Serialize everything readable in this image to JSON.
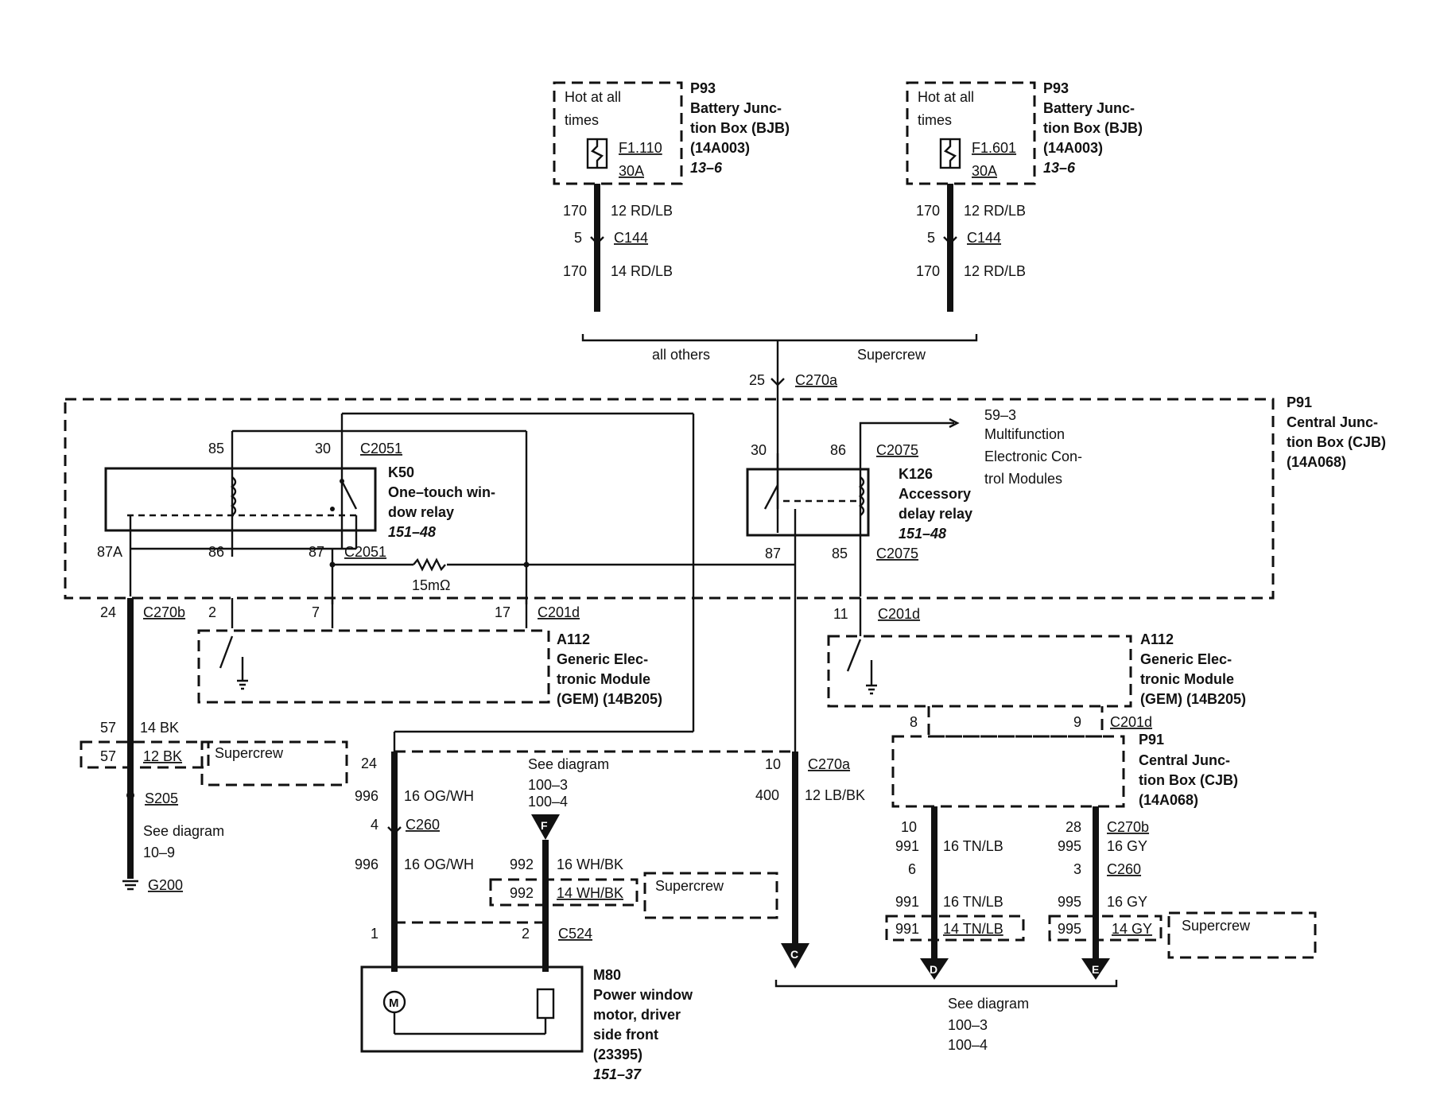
{
  "fuse_boxes": [
    {
      "note_line1": "Hot at all",
      "note_line2": "times",
      "fuse": "F1.110",
      "rating": "30A",
      "ref": "P93",
      "name_line1": "Battery Junc-",
      "name_line2": "tion Box (BJB)",
      "part": "(14A003)",
      "page": "13–6"
    },
    {
      "note_line1": "Hot at all",
      "note_line2": "times",
      "fuse": "F1.601",
      "rating": "30A",
      "ref": "P93",
      "name_line1": "Battery Junc-",
      "name_line2": "tion Box (BJB)",
      "part": "(14A003)",
      "page": "13–6"
    }
  ],
  "left_feed": {
    "circuit_top": "170",
    "wire_top": "12 RD/LB",
    "pin": "5",
    "connector": "C144",
    "circuit_bottom": "170",
    "wire_bottom": "14 RD/LB"
  },
  "right_feed": {
    "circuit_top": "170",
    "wire_top": "12 RD/LB",
    "pin": "5",
    "connector": "C144",
    "circuit_bottom": "170",
    "wire_bottom": "12 RD/LB"
  },
  "merge": {
    "left_label": "all others",
    "right_label": "Supercrew",
    "pin": "25",
    "connector": "C270a"
  },
  "cjb": {
    "ref": "P91",
    "line1": "Central Junc-",
    "line2": "tion Box (CJB)",
    "part": "(14A068)"
  },
  "k50": {
    "ref": "K50",
    "line1": "One–touch win-",
    "line2": "dow relay",
    "page": "151–48",
    "pin85": "85",
    "pin30": "30",
    "conn_top": "C2051",
    "pin87a": "87A",
    "pin86": "86",
    "pin87": "87",
    "conn_bottom": "C2051",
    "resistor": "15mΩ"
  },
  "k126": {
    "ref": "K126",
    "line1": "Accessory",
    "line2": "delay relay",
    "page": "151–48",
    "pin30": "30",
    "pin86": "86",
    "conn_top": "C2075",
    "pin87": "87",
    "pin85": "85",
    "conn_bottom": "C2075"
  },
  "mfm": {
    "page": "59–3",
    "line1": "Multifunction",
    "line2": "Electronic Con-",
    "line3": "trol Modules"
  },
  "gem_left": {
    "ref": "A112",
    "line1": "Generic Elec-",
    "line2": "tronic Module",
    "line3": "(GEM) (14B205)",
    "pin24": "24",
    "conn_a": "C270b",
    "pin2": "2",
    "pin7": "7",
    "pin17": "17",
    "conn_b": "C201d"
  },
  "gem_right": {
    "ref": "A112",
    "line1": "Generic Elec-",
    "line2": "tronic Module",
    "line3": "(GEM) (14B205)",
    "pin11": "11",
    "conn_top": "C201d",
    "pin8": "8",
    "pin9": "9",
    "conn_bottom": "C201d"
  },
  "cjb2": {
    "ref": "P91",
    "line1": "Central Junc-",
    "line2": "tion Box (CJB)",
    "part": "(14A068)"
  },
  "ground_branch": {
    "circuit": "57",
    "wire": "14 BK",
    "alt_circuit": "57",
    "alt_wire": "12 BK",
    "supercrew": "Supercrew",
    "splice": "S205",
    "see": "See diagram",
    "see_page": "10–9",
    "ground": "G200"
  },
  "motor_feed": {
    "pin": "24",
    "circuit1": "996",
    "wire1": "16 OG/WH",
    "pin2": "4",
    "connector": "C260",
    "circuit2": "996",
    "wire2": "16 OG/WH"
  },
  "see_top": {
    "text": "See diagram",
    "page1": "100–3",
    "page2": "100–4",
    "marker": "F"
  },
  "wh_branch": {
    "circuit1": "992",
    "wire1": "16 WH/BK",
    "alt_circuit": "992",
    "alt_wire": "14 WH/BK",
    "supercrew": "Supercrew"
  },
  "c524": {
    "pin1": "1",
    "pin2": "2",
    "connector": "C524"
  },
  "motor": {
    "ref": "M80",
    "line1": "Power window",
    "line2": "motor, driver",
    "line3": "side front",
    "part": "(23395)",
    "page": "151–37",
    "symbol": "M"
  },
  "lb_branch": {
    "pin": "10",
    "connector": "C270a",
    "circuit": "400",
    "wire": "12 LB/BK",
    "marker": "C"
  },
  "tn_branch": {
    "pin_a": "10",
    "circuit_a": "991",
    "wire_a": "16 TN/LB",
    "pin_b": "6",
    "circuit_b": "991",
    "wire_b": "16 TN/LB",
    "alt_circuit": "991",
    "alt_wire": "14 TN/LB",
    "marker": "D"
  },
  "gy_branch": {
    "pin_a": "28",
    "conn_a": "C270b",
    "circuit_a": "995",
    "wire_a": "16 GY",
    "pin_b": "3",
    "conn_b": "C260",
    "circuit_b": "995",
    "wire_b": "16 GY",
    "alt_circuit": "995",
    "alt_wire": "14 GY",
    "supercrew": "Supercrew",
    "marker": "E"
  },
  "see_bottom": {
    "text": "See diagram",
    "page1": "100–3",
    "page2": "100–4"
  }
}
